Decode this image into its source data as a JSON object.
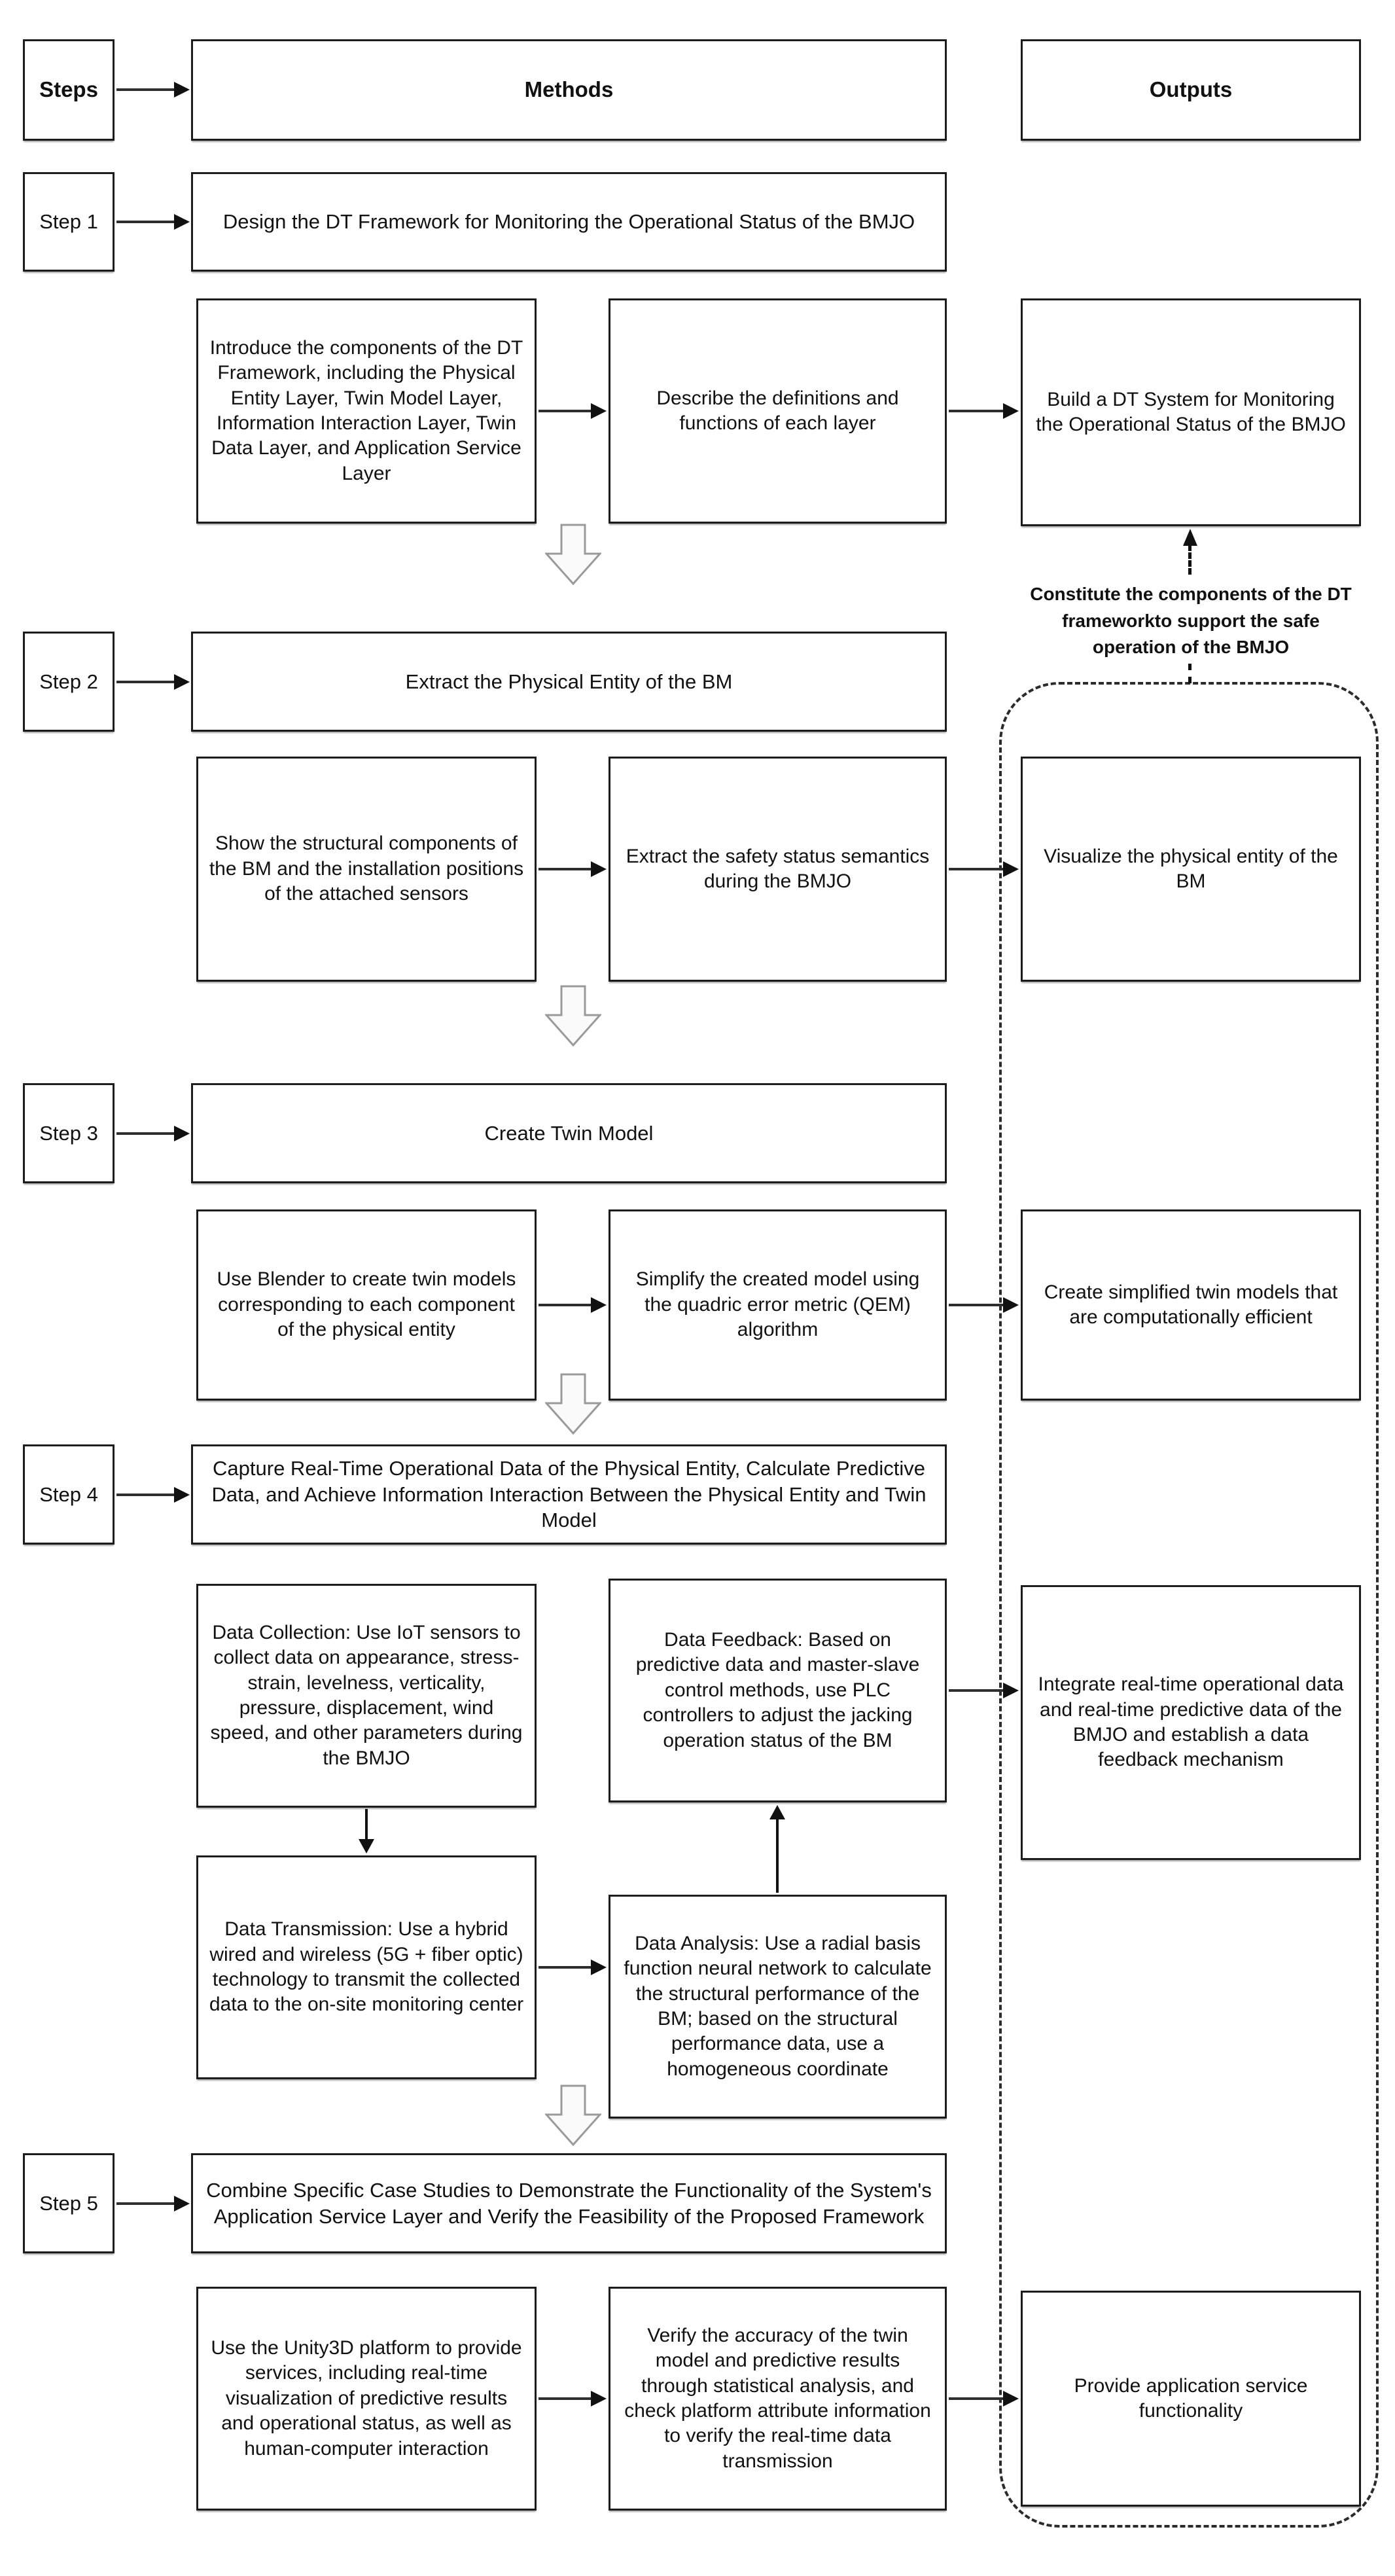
{
  "columns": {
    "steps_label": "Steps",
    "methods_label": "Methods",
    "outputs_label": "Outputs"
  },
  "steps": [
    {
      "label": "Step 1",
      "method": "Design the DT Framework for Monitoring the Operational Status of the BMJO",
      "m1": "Introduce the components of the DT Framework, including the Physical Entity Layer, Twin Model Layer, Information Interaction Layer, Twin Data Layer, and Application Service Layer",
      "m2": "Describe the definitions and functions of each layer",
      "output": "Build a DT System for Monitoring the Operational Status of the BMJO"
    },
    {
      "label": "Step 2",
      "method": "Extract the Physical Entity of the BM",
      "m1": "Show the structural components of the BM and the installation positions of the attached sensors",
      "m2": "Extract the safety status semantics during the BMJO",
      "output": "Visualize the physical entity of the BM"
    },
    {
      "label": "Step 3",
      "method": "Create Twin Model",
      "m1": "Use Blender to create twin models corresponding to each component of the physical entity",
      "m2": "Simplify the created model using the quadric error metric (QEM) algorithm",
      "output": "Create simplified twin models that are computationally efficient"
    },
    {
      "label": "Step 4",
      "method": "Capture Real-Time Operational Data of the Physical Entity, Calculate Predictive Data, and Achieve Information Interaction Between the Physical Entity and Twin Model",
      "m_collection": "Data Collection: Use IoT sensors to collect data on appearance, stress-strain, levelness, verticality, pressure, displacement, wind speed, and other parameters during the BMJO",
      "m_feedback": "Data Feedback: Based on predictive data and master-slave control methods, use PLC controllers to adjust the jacking operation status of the BM",
      "m_transmission": "Data Transmission: Use a hybrid wired and wireless (5G + fiber optic) technology to transmit the collected data to the on-site monitoring center",
      "m_analysis": "Data Analysis: Use a radial basis function neural network to calculate the structural performance of the BM; based on the structural performance data, use a homogeneous coordinate",
      "output": "Integrate real-time operational data and real-time predictive data of the BMJO and establish a data feedback mechanism"
    },
    {
      "label": "Step 5",
      "method": "Combine Specific Case Studies to Demonstrate the Functionality of the System's Application Service Layer and Verify the Feasibility of the Proposed Framework",
      "m1": "Use the Unity3D platform to provide services, including real-time visualization of predictive results and operational status, as well as human-computer interaction",
      "m2": "Verify the accuracy of the twin model and predictive results through statistical analysis, and check platform attribute information to verify the real-time data transmission",
      "output": "Provide application service functionality"
    }
  ],
  "annotation": {
    "text": "Constitute the components of the DT frameworkto support the safe operation of the BMJO"
  },
  "colors": {
    "box_border": "#1c1c1c",
    "dashed_border": "#2b2b2b",
    "arrow": "#111111",
    "block_arrow_fill": "#fafafa",
    "block_arrow_stroke": "#9a9a9a",
    "background": "#ffffff"
  }
}
